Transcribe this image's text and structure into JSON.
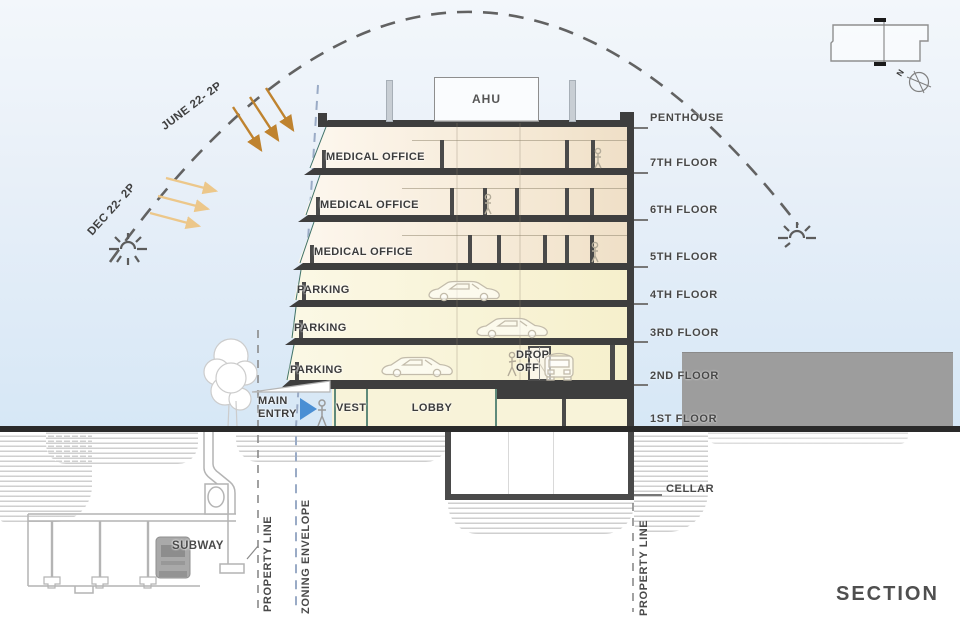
{
  "title": "SECTION",
  "sun": {
    "june": "JUNE 22- 2P",
    "dec": "DEC 22- 2P"
  },
  "key_plan": {
    "north": "N"
  },
  "building": {
    "ahu": "AHU",
    "medical": [
      "MEDICAL OFFICE",
      "MEDICAL OFFICE",
      "MEDICAL OFFICE"
    ],
    "parking": [
      "PARKING",
      "PARKING",
      "PARKING"
    ],
    "drop_off": [
      "DROP",
      "OFF"
    ],
    "main_entry": [
      "MAIN",
      "ENTRY"
    ],
    "vest": "VEST",
    "lobby": "LOBBY"
  },
  "floor_levels": [
    "PENTHOUSE",
    "7TH FLOOR",
    "6TH FLOOR",
    "5TH FLOOR",
    "4TH FLOOR",
    "3RD FLOOR",
    "2ND FLOOR",
    "1ST FLOOR",
    "CELLAR"
  ],
  "site": {
    "property_line_left": "PROPERTY LINE",
    "zoning_envelope": "ZONING ENVELOPE",
    "property_line_right": "PROPERTY LINE",
    "subway": "SUBWAY"
  },
  "colors": {
    "sky_top": "#f3f7fb",
    "sky_bottom": "#d6e7f6",
    "medical_floor": "#f6ecdc",
    "parking_floor": "#f9f5d8",
    "slab": "#3e3e3e",
    "adjacent_building": "#9d9d9d",
    "june_arrow": "#bf832f",
    "dec_arrow": "#ecc78a",
    "entry_arrow": "#4a8fd4",
    "zoning_line": "#9aabc6"
  }
}
